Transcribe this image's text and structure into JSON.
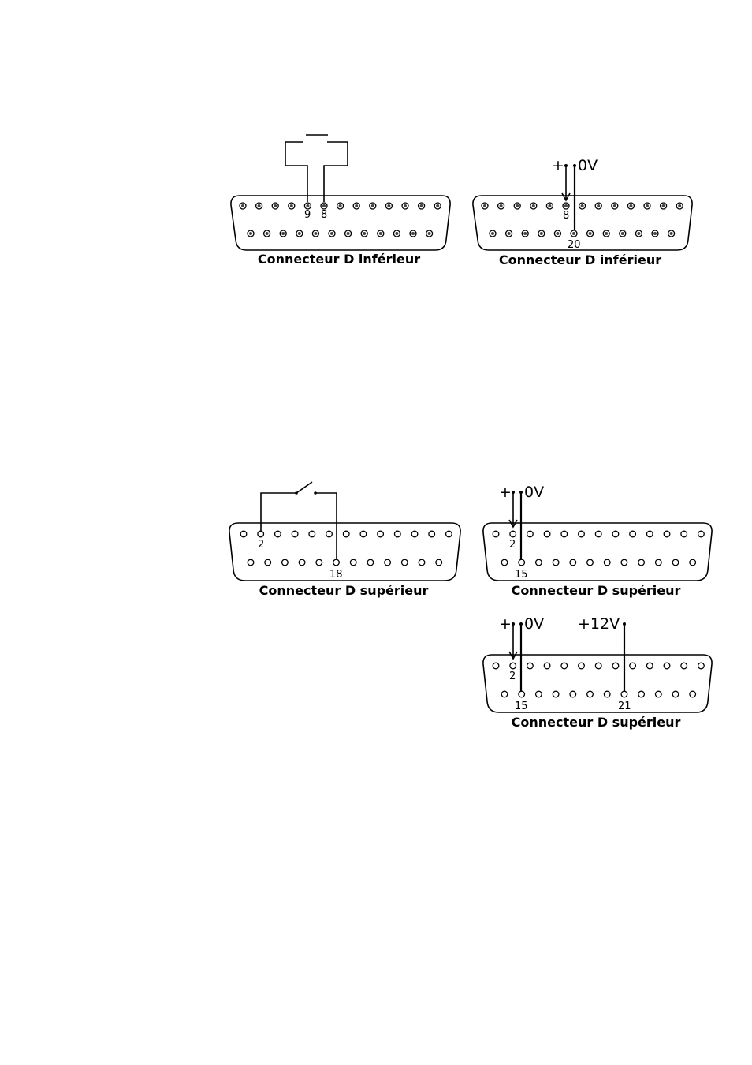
{
  "diagram1": {
    "title": "Connecteur D inférieur",
    "pin_labels": [
      "9",
      "8"
    ]
  },
  "diagram2": {
    "title": "Connecteur D inférieur",
    "pin_labels": [
      "8",
      "20"
    ],
    "plus": "+",
    "zero_v": "0V"
  },
  "diagram3": {
    "title": "Connecteur D supérieur",
    "pin_labels": [
      "2",
      "18"
    ]
  },
  "diagram4": {
    "title": "Connecteur D supérieur",
    "pin_labels": [
      "2",
      "15"
    ],
    "plus": "+",
    "zero_v": "0V"
  },
  "diagram5": {
    "title": "Connecteur D supérieur",
    "pin_labels": [
      "2",
      "15",
      "21"
    ],
    "plus": "+",
    "zero_v": "0V",
    "twelve_v": "+12V"
  }
}
